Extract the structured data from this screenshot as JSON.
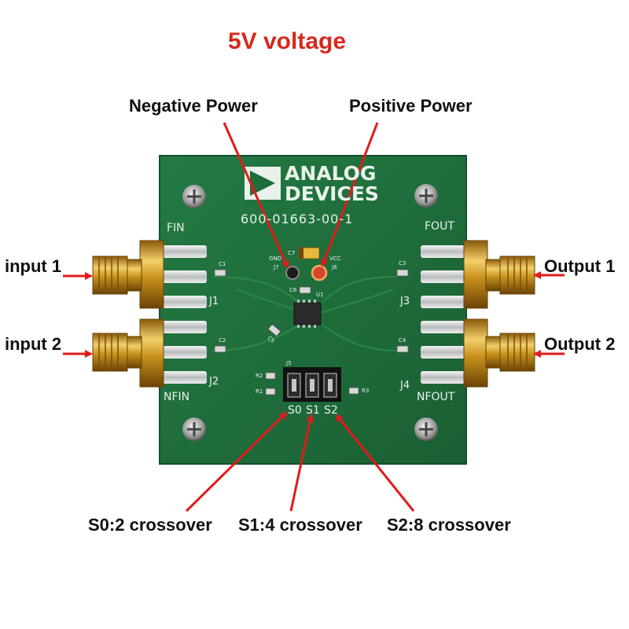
{
  "title": "5V voltage",
  "callouts": {
    "negative_power": "Negative Power",
    "positive_power": "Positive Power",
    "input_1": "input 1",
    "input_2": "input 2",
    "output_1": "Output 1",
    "output_2": "Output 2",
    "s0": "S0:2 crossover",
    "s1": "S1:4 crossover",
    "s2": "S2:8 crossover"
  },
  "board": {
    "logo_line1": "ANALOG",
    "logo_line2": "DEVICES",
    "part_number": "600-01663-00-1",
    "fin": "FIN",
    "nfin": "NFIN",
    "fout": "FOUT",
    "nfout": "NFOUT",
    "j1": "J1",
    "j2": "J2",
    "j3": "J3",
    "j4": "J4",
    "gnd": "GND",
    "vcc": "VCC",
    "j7": "J7",
    "j6": "J6",
    "c7": "C7",
    "c6": "C6",
    "u1": "U1",
    "c1": "C1",
    "c2": "C2",
    "c3": "C3",
    "c4": "C4",
    "c5": "C5",
    "j5": "J5",
    "r1": "R1",
    "r2": "R2",
    "r3": "R3",
    "s0": "S0",
    "s1": "S1",
    "s2": "S2"
  },
  "colors": {
    "pcb": "#1f6b3a",
    "arrow": "#e01b1b",
    "title": "#d42a1e",
    "gold": "#c9961f"
  }
}
